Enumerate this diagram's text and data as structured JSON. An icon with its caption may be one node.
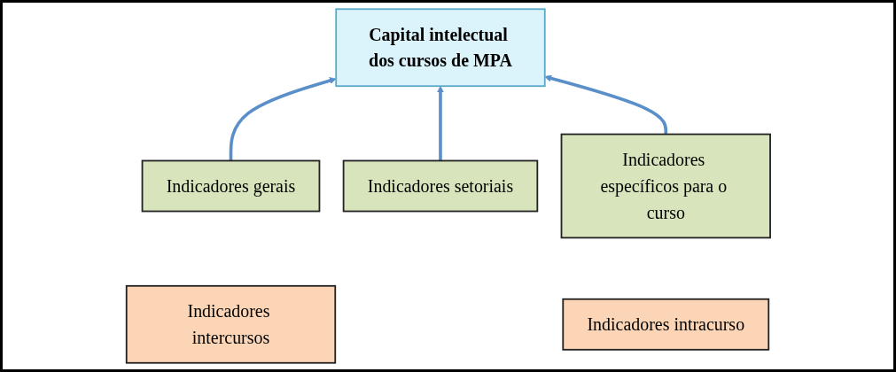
{
  "diagram": {
    "nodes": [
      {
        "text": [
          "Capital intelectual dos cursos de MPA"
        ]
      },
      {
        "text": [
          "Indicadores gerais"
        ]
      },
      {
        "text": [
          "Indicadores setoriais"
        ]
      },
      {
        "text": [
          "Indicadores específicos para o curso"
        ]
      },
      {
        "text": [
          "Indicadores intercursos"
        ]
      },
      {
        "text": [
          "Indicadores intracurso"
        ]
      }
    ],
    "edges": [
      {
        "from": 1,
        "to": 0,
        "arrow": "to"
      },
      {
        "from": 2,
        "to": 0,
        "arrow": "to"
      },
      {
        "from": 3,
        "to": 0,
        "arrow": "to"
      }
    ]
  }
}
